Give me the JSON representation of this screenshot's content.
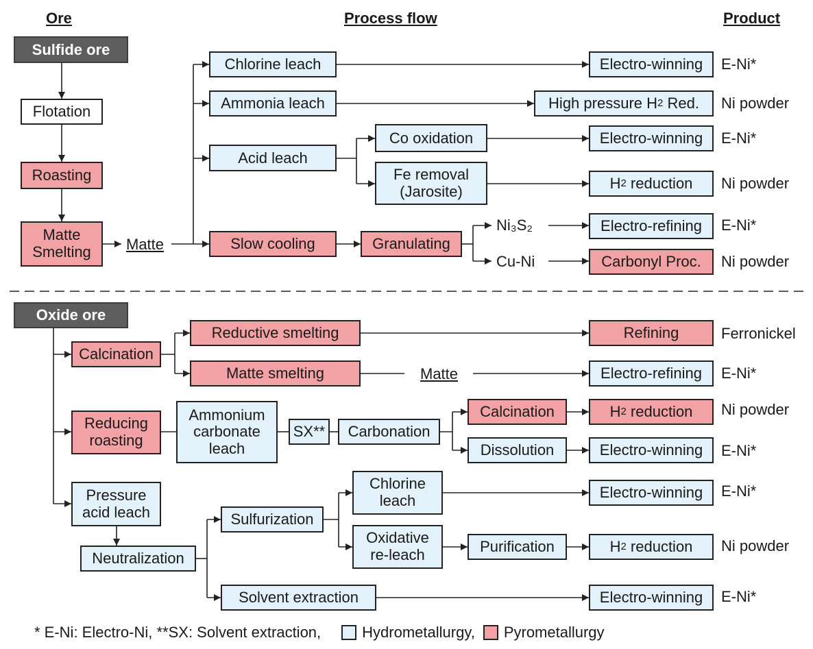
{
  "headers": {
    "ore": "Ore",
    "process": "Process flow",
    "product": "Product"
  },
  "sulfide": {
    "ore": "Sulfide ore",
    "flotation": "Flotation",
    "roasting": "Roasting",
    "matte_smelting": "Matte\nSmelting",
    "matte": "Matte",
    "chlorine_leach": "Chlorine leach",
    "ammonia_leach": "Ammonia leach",
    "acid_leach": "Acid leach",
    "co_oxidation": "Co oxidation",
    "fe_removal": "Fe removal\n(Jarosite)",
    "slow_cooling": "Slow cooling",
    "granulating": "Granulating",
    "ni3s2": "Ni₃S₂",
    "cuni": "Cu-Ni",
    "ew1": "Electro-winning",
    "hp_pre": "High pressure H",
    "hp_sub": "2",
    "hp_post": " Red.",
    "ew2": "Electro-winning",
    "h2red_pre": "H",
    "h2red_sub": "2",
    "h2red_post": " reduction",
    "er1": "Electro-refining",
    "carbonyl": "Carbonyl Proc.",
    "p1": "E-Ni*",
    "p2": "Ni powder",
    "p3": "E-Ni*",
    "p4": "Ni powder",
    "p5": "E-Ni*",
    "p6": "Ni powder"
  },
  "oxide": {
    "ore": "Oxide ore",
    "calcination": "Calcination",
    "reductive_smelting": "Reductive smelting",
    "matte_smelting": "Matte smelting",
    "matte": "Matte",
    "refining": "Refining",
    "er2": "Electro-refining",
    "reducing_roasting": "Reducing\nroasting",
    "ammonium": "Ammonium\ncarbonate\nleach",
    "sx": "SX**",
    "carbonation": "Carbonation",
    "calcination2": "Calcination",
    "dissolution": "Dissolution",
    "h2red2_pre": "H",
    "h2red2_sub": "2",
    "h2red2_post": " reduction",
    "ew3": "Electro-winning",
    "pal": "Pressure\nacid leach",
    "neutralization": "Neutralization",
    "sulfurization": "Sulfurization",
    "chlorine_leach2": "Chlorine\nleach",
    "oxidative": "Oxidative\nre-leach",
    "purification": "Purification",
    "solvent_extraction": "Solvent extraction",
    "ew4": "Electro-winning",
    "h2red3_pre": "H",
    "h2red3_sub": "2",
    "h2red3_post": " reduction",
    "ew5": "Electro-winning",
    "p7": "Ferronickel",
    "p8": "E-Ni*",
    "p9": "Ni powder",
    "p10": "E-Ni*",
    "p11": "E-Ni*",
    "p12": "Ni powder",
    "p13": "E-Ni*"
  },
  "legend": {
    "note": "* E-Ni: Electro-Ni, **SX: Solvent extraction,",
    "hydro": "Hydrometallurgy,",
    "pyro": "Pyrometallurgy"
  },
  "colors": {
    "hydro": "#e3f1fa",
    "pyro": "#f2a2a4",
    "ore_header": "#5e5e5e"
  }
}
